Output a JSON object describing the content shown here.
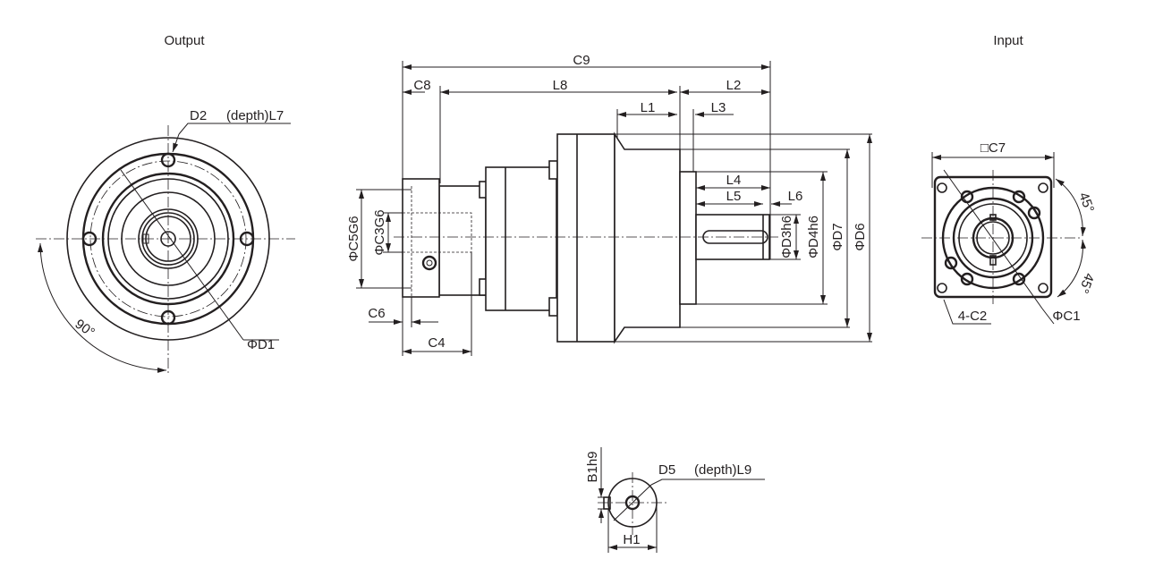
{
  "views": {
    "output": {
      "title": "Output",
      "hole_label": "D2",
      "depth_label": "(depth)L7",
      "pcd_label": "ΦD1",
      "angle_label": "90°"
    },
    "input": {
      "title": "Input",
      "square_label": "□C7",
      "angle_top": "45°",
      "angle_bottom": "45°",
      "holes_label": "4-C2",
      "pcd_label": "ΦC1"
    },
    "side": {
      "C9": "C9",
      "C8": "C8",
      "L8": "L8",
      "L2": "L2",
      "L1": "L1",
      "L3": "L3",
      "L4": "L4",
      "L5": "L5",
      "L6": "L6",
      "D3": "ΦD3h6",
      "D4": "ΦD4h6",
      "D7": "ΦD7",
      "D6": "ΦD6",
      "C5": "ΦC5G6",
      "C3": "ΦC3G6",
      "C6": "C6",
      "C4": "C4"
    },
    "shaft_end": {
      "key_label": "B1h9",
      "hole_label": "D5",
      "depth_label": "(depth)L9",
      "height_label": "H1"
    }
  }
}
